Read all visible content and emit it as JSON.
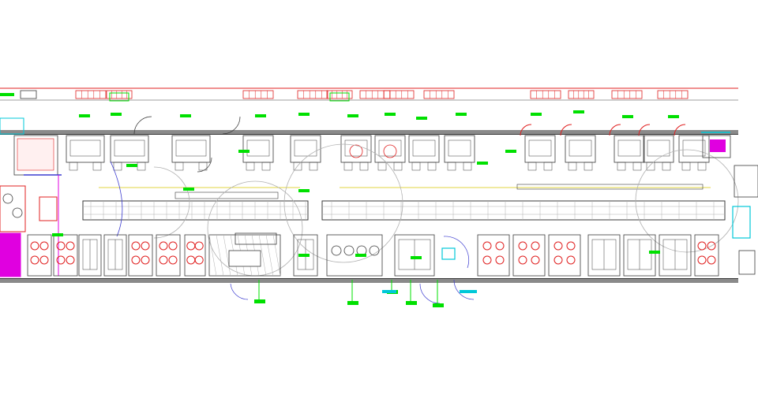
{
  "drawing": {
    "background": "#ffffff",
    "colors": {
      "wall": "#8a8a8a",
      "outline": "#3a3a3a",
      "equipment": "#e02020",
      "tag": "#00e000",
      "accent_blue": "#3b3bd0",
      "accent_cyan": "#00c8d8",
      "accent_magenta": "#e000e0",
      "accent_yellow": "#d8c800",
      "grid": "#b0b0b0"
    },
    "symbols": [
      "door-swing-icon",
      "pump-icon",
      "tank-icon",
      "valve-icon",
      "panel-icon",
      "conveyor-icon",
      "motor-icon"
    ],
    "tag_text": "",
    "upper_equipment_count": 14,
    "lower_equipment_count": 18,
    "top_callout_count": 12,
    "bottom_callout_count": 5
  }
}
